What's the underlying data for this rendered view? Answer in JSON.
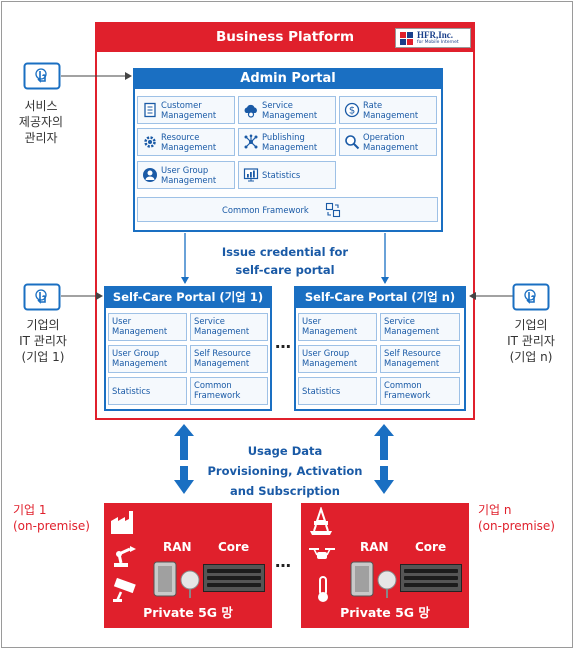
{
  "platform": {
    "title": "Business Platform",
    "logo_text": "HFR,Inc.",
    "logo_sub": "for Mobile Internet"
  },
  "admin_portal": {
    "title": "Admin Portal",
    "modules": [
      {
        "label": "Customer Management",
        "icon": "document-icon"
      },
      {
        "label": "Service Management",
        "icon": "cloud-gear-icon"
      },
      {
        "label": "Rate Management",
        "icon": "dollar-icon"
      },
      {
        "label": "Resource Management",
        "icon": "resource-gear-icon"
      },
      {
        "label": "Publishing Management",
        "icon": "network-icon"
      },
      {
        "label": "Operation Management",
        "icon": "magnifier-icon"
      },
      {
        "label": "User Group Management",
        "icon": "user-icon"
      },
      {
        "label": "Statistics",
        "icon": "chart-monitor-icon"
      }
    ],
    "common_framework": "Common Framework"
  },
  "issue_text": [
    "Issue credential for",
    "self-care portal"
  ],
  "self_care_1": {
    "title": "Self-Care Portal (기업 1)",
    "modules": [
      "User Management",
      "Service Management",
      "User Group Management",
      "Self Resource Management",
      "Statistics",
      "Common Framework"
    ]
  },
  "self_care_n": {
    "title": "Self-Care Portal (기업 n)",
    "modules": [
      "User Management",
      "Service Management",
      "User Group Management",
      "Self Resource Management",
      "Statistics",
      "Common Framework"
    ]
  },
  "ellipsis": "…",
  "actors": {
    "provider": [
      "서비스",
      "제공자의",
      "관리자"
    ],
    "it_admin_1": [
      "기업의",
      "IT 관리자",
      "(기업 1)"
    ],
    "it_admin_n": [
      "기업의",
      "IT 관리자",
      "(기업 n)"
    ]
  },
  "usage_text": [
    "Usage Data",
    "Provisioning, Activation",
    "and Subscription"
  ],
  "site_1": {
    "label": [
      "기업 1",
      "(on-premise)"
    ],
    "ran": "RAN",
    "core": "Core",
    "network": "Private 5G 망"
  },
  "site_n": {
    "label": [
      "기업 n",
      "(on-premise)"
    ],
    "ran": "RAN",
    "core": "Core",
    "network": "Private 5G 망"
  },
  "colors": {
    "red": "#e0202c",
    "blue": "#1a6fc2"
  }
}
